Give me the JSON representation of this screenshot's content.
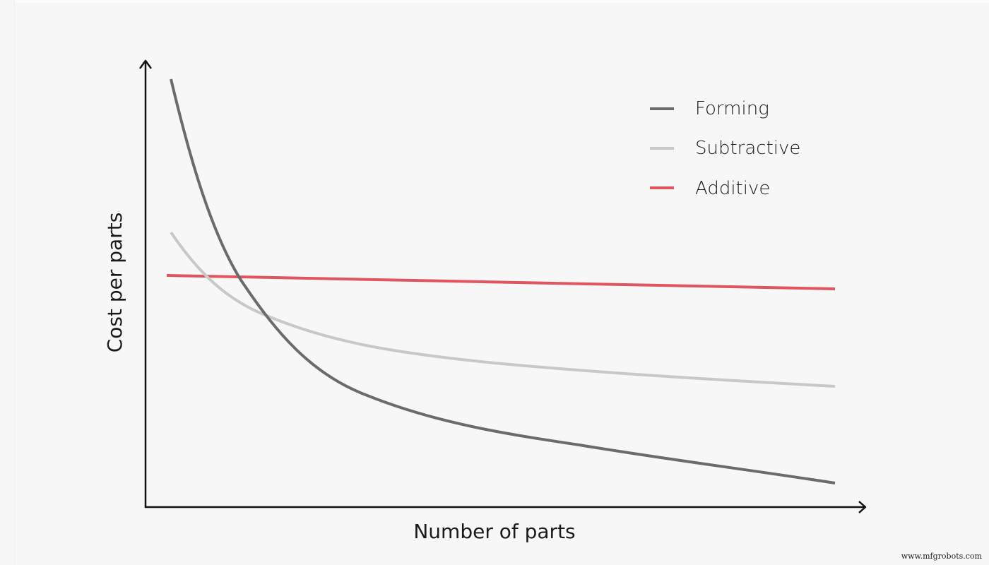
{
  "chart_data": {
    "type": "line",
    "title": "",
    "xlabel": "Number of parts",
    "ylabel": "Cost per parts",
    "x_ticks": [],
    "y_ticks": [],
    "grid": false,
    "legend_position": "upper right",
    "x": [
      1,
      2,
      3,
      4,
      5,
      6,
      7,
      8,
      9,
      10
    ],
    "series": [
      {
        "name": "Forming",
        "color": "#6b6b6b",
        "description": "High initial cost falling steeply (hyperbolic) to the lowest cost at high volume",
        "values": [
          100,
          55,
          38,
          28,
          21,
          16,
          12,
          9,
          6,
          3
        ]
      },
      {
        "name": "Subtractive",
        "color": "#c8c8c8",
        "description": "Moderate initial cost decreasing gradually",
        "values": [
          64,
          45,
          40,
          37,
          35,
          33,
          32,
          31,
          30,
          28
        ]
      },
      {
        "name": "Additive",
        "color": "#e0555f",
        "description": "Nearly constant cost, slight decline",
        "values": [
          54,
          54,
          53.5,
          53,
          52.5,
          52,
          52,
          51.5,
          51,
          51
        ]
      }
    ],
    "annotations": [
      "Forming crosses Additive near low volume; Forming crosses Subtractive shortly after"
    ]
  },
  "legend": {
    "items": [
      {
        "label": "Forming",
        "color": "#6b6b6b"
      },
      {
        "label": "Subtractive",
        "color": "#c8c8c8"
      },
      {
        "label": "Additive",
        "color": "#e0555f"
      }
    ]
  },
  "axes": {
    "x_label": "Number of parts",
    "y_label": "Cost per parts"
  },
  "watermark": "www.mfgrobots.com"
}
